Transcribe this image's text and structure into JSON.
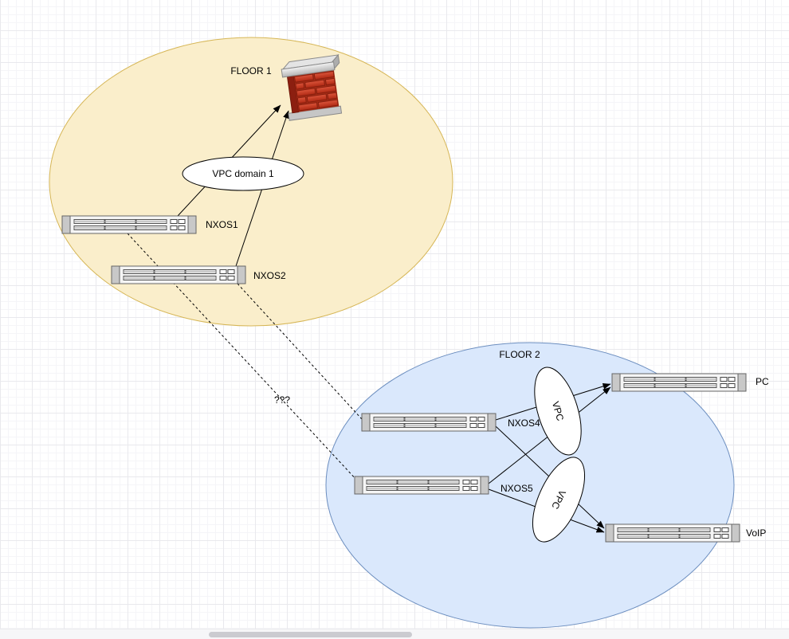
{
  "diagram": {
    "line_color": "#000000",
    "floor1": {
      "label": "FLOOR 1",
      "fill": "#FAEECB",
      "border_color": "#D6B656",
      "vpc_domain": {
        "label": "VPC domain 1"
      },
      "switches": [
        {
          "label": "NXOS1"
        },
        {
          "label": "NXOS2"
        }
      ],
      "firewall": {
        "icon": "brick-wall-firewall",
        "mortar_color": "#A62C15",
        "side_color": "#8C1F10"
      }
    },
    "floor2": {
      "label": "FLOOR 2",
      "fill": "#DAE8FC",
      "border_color": "#6C8EBF",
      "switches": [
        {
          "label": "NXOS4"
        },
        {
          "label": "NXOS5"
        }
      ],
      "vpc_links": [
        {
          "label": "VPC"
        },
        {
          "label": "VPC"
        }
      ],
      "endpoints": [
        {
          "label": "PC"
        },
        {
          "label": "VoIP"
        }
      ]
    },
    "links": [
      {
        "from": "NXOS1",
        "to": "Firewall",
        "style": "solid-arrow"
      },
      {
        "from": "NXOS2",
        "to": "Firewall",
        "style": "solid-arrow"
      },
      {
        "from": "NXOS1",
        "to": "NXOS5",
        "style": "dashed",
        "label": "???"
      },
      {
        "from": "NXOS2",
        "to": "NXOS4",
        "style": "dashed"
      },
      {
        "from": "NXOS4",
        "to": "PC",
        "style": "solid-arrow"
      },
      {
        "from": "NXOS5",
        "to": "PC",
        "style": "solid-arrow"
      },
      {
        "from": "NXOS4",
        "to": "VoIP",
        "style": "solid-arrow"
      },
      {
        "from": "NXOS5",
        "to": "VoIP",
        "style": "solid-arrow"
      }
    ]
  }
}
